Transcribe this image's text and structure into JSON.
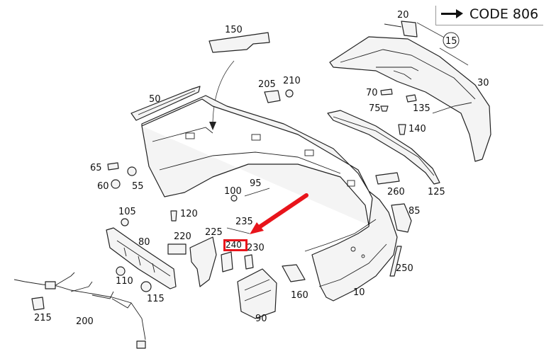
{
  "code_label": "CODE 806",
  "highlighted_part": "240",
  "colors": {
    "highlight": "#e8141b",
    "line": "#222222"
  },
  "callouts": [
    {
      "id": "c150",
      "text": "150"
    },
    {
      "id": "c20",
      "text": "20"
    },
    {
      "id": "c15",
      "text": "15"
    },
    {
      "id": "c30",
      "text": "30"
    },
    {
      "id": "c205",
      "text": "205"
    },
    {
      "id": "c210",
      "text": "210"
    },
    {
      "id": "c70",
      "text": "70"
    },
    {
      "id": "c75",
      "text": "75"
    },
    {
      "id": "c135",
      "text": "135"
    },
    {
      "id": "c140",
      "text": "140"
    },
    {
      "id": "c50",
      "text": "50"
    },
    {
      "id": "c125",
      "text": "125"
    },
    {
      "id": "c65",
      "text": "65"
    },
    {
      "id": "c60",
      "text": "60"
    },
    {
      "id": "c55",
      "text": "55"
    },
    {
      "id": "c100",
      "text": "100"
    },
    {
      "id": "c95",
      "text": "95"
    },
    {
      "id": "c260",
      "text": "260"
    },
    {
      "id": "c85",
      "text": "85"
    },
    {
      "id": "c105",
      "text": "105"
    },
    {
      "id": "c120",
      "text": "120"
    },
    {
      "id": "c80",
      "text": "80"
    },
    {
      "id": "c220",
      "text": "220"
    },
    {
      "id": "c225",
      "text": "225"
    },
    {
      "id": "c235",
      "text": "235"
    },
    {
      "id": "c230",
      "text": "230"
    },
    {
      "id": "c250",
      "text": "250"
    },
    {
      "id": "c110",
      "text": "110"
    },
    {
      "id": "c115",
      "text": "115"
    },
    {
      "id": "c160",
      "text": "160"
    },
    {
      "id": "c10",
      "text": "10"
    },
    {
      "id": "c215",
      "text": "215"
    },
    {
      "id": "c200",
      "text": "200"
    },
    {
      "id": "c90",
      "text": "90"
    }
  ]
}
